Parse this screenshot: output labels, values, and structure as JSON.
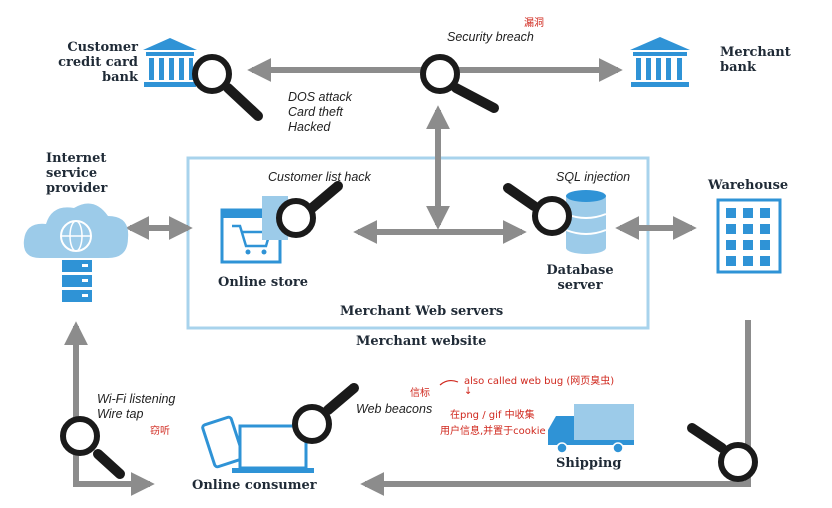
{
  "nodes": {
    "customer_bank": "Customer\ncredit card\nbank",
    "merchant_bank": "Merchant\nbank",
    "isp": "Internet\nservice\nprovider",
    "warehouse": "Warehouse",
    "online_store": "Online store",
    "database_server": "Database\nserver",
    "merchant_web_servers": "Merchant Web servers",
    "merchant_website": "Merchant website",
    "shipping": "Shipping",
    "online_consumer": "Online consumer"
  },
  "threats": {
    "security_breach": "Security breach",
    "bank_threats": "DOS attack\nCard theft\nHacked",
    "customer_list_hack": "Customer list hack",
    "sql_injection": "SQL injection",
    "wifi": "Wi-Fi listening\nWire tap",
    "web_beacons": "Web beacons"
  },
  "annotations": {
    "security_breach_note": "漏洞",
    "wire_tap_note": "窃听",
    "beacons_note": "信标",
    "web_bug_note": "also called web bug (网页臭虫)",
    "arrow_down": "↓",
    "png_gif_note": "在png / gif 中收集",
    "cookie_note": "用户信息,并置于cookie"
  },
  "colors": {
    "arrow": "#8c8c8c",
    "frame": "#a8d3ec",
    "icon_blue": "#2f93d6",
    "light_blue": "#9ccbe9",
    "dark": "#1f2a36",
    "handwriting": "#d0281e"
  }
}
